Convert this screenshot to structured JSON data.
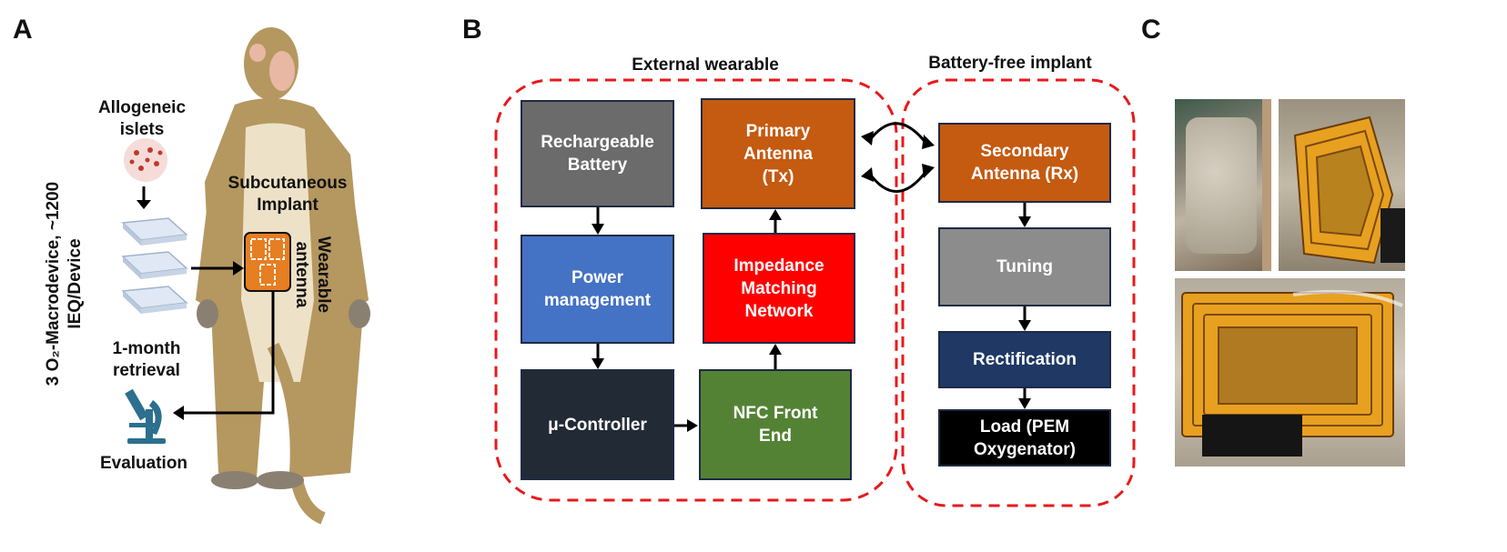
{
  "panels": {
    "a": "A",
    "b": "B",
    "c": "C"
  },
  "panel_a": {
    "islets_label": "Allogeneic islets",
    "side_label": "3 O₂-Macrodevice, ~1200 IEQ/Device",
    "retrieval_label": "1-month retrieval",
    "implant_label": "Subcutaneous Implant",
    "antenna_label": "Wearable antenna",
    "evaluation_label": "Evaluation"
  },
  "panel_b": {
    "external_title": "External wearable",
    "implant_title": "Battery-free implant",
    "boxes": {
      "battery": "Rechargeable Battery",
      "power": "Power management",
      "controller": "μ-Controller",
      "primary": "Primary Antenna (Tx)",
      "impedance": "Impedance Matching Network",
      "nfc": "NFC Front End",
      "secondary": "Secondary Antenna (Rx)",
      "tuning": "Tuning",
      "rectification": "Rectification",
      "load": "Load (PEM Oxygenator)"
    }
  },
  "colors": {
    "battery": "#6b6b6b",
    "power": "#4472c4",
    "controller": "#222a35",
    "primary": "#c55a11",
    "impedance": "#ff0000",
    "nfc": "#548235",
    "secondary": "#c55a11",
    "tuning": "#8c8c8c",
    "rectification": "#1f3864",
    "load": "#000000",
    "dashed_border": "#e8191b"
  }
}
